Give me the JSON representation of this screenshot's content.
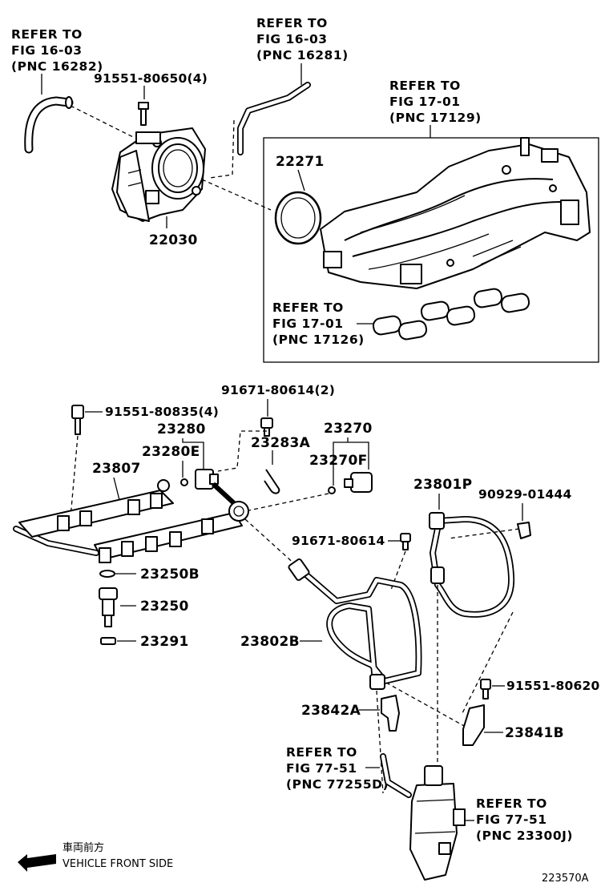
{
  "refs": {
    "throttle_hose": [
      "REFER TO",
      "FIG 16-03",
      "(PNC 16282)"
    ],
    "throttle_pipe": [
      "REFER TO",
      "FIG 16-03",
      "(PNC 16281)"
    ],
    "manifold": [
      "REFER TO",
      "FIG 17-01",
      "(PNC 17129)"
    ],
    "manifold_gasket": [
      "REFER TO",
      "FIG 17-01",
      "(PNC 17126)"
    ],
    "tank_hose": [
      "REFER TO",
      "FIG 77-51",
      "(PNC 77255D)"
    ],
    "canister": [
      "REFER TO",
      "FIG 77-51",
      "(PNC 23300J)"
    ]
  },
  "parts": {
    "bolt_throttle": "91551-80650(4)",
    "throttle_body": "22030",
    "gasket": "22271",
    "bolt_rail": "91551-80835(4)",
    "bolt_small": "91671-80614(2)",
    "sensor_group": "23280",
    "sensor_e": "23280E",
    "delivery_pipe": "23807",
    "clip": "23283A",
    "regulator_group": "23270",
    "regulator_f": "23270F",
    "fuel_pipe_p": "23801P",
    "clamp": "90929-01444",
    "bolt_91671": "91671-80614",
    "insulator": "23250B",
    "injector": "23250",
    "cushion": "23291",
    "fuel_tube_b": "23802B",
    "bolt_620": "91551-80620",
    "bracket_a": "23842A",
    "bracket_b": "23841B"
  },
  "legend": {
    "japanese": "車両前方",
    "english": "VEHICLE FRONT SIDE"
  },
  "figure_id": "223570A"
}
